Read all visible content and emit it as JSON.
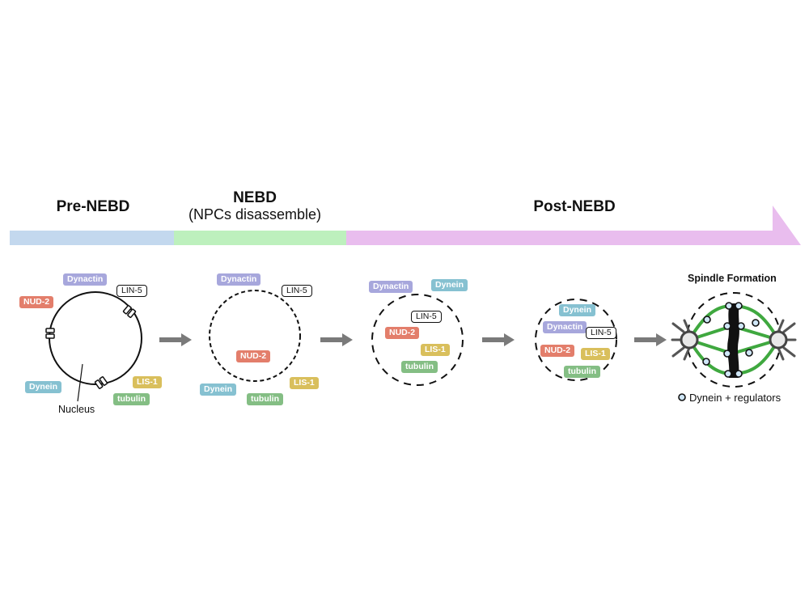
{
  "timeline": {
    "phases": [
      {
        "label": "Pre-NEBD",
        "sublabel": "",
        "color": "#c3d8ee"
      },
      {
        "label": "NEBD",
        "sublabel": "(NPCs disassemble)",
        "color": "#bdf0bd"
      },
      {
        "label": "Post-NEBD",
        "sublabel": "",
        "color": "#e9bdee"
      }
    ]
  },
  "protein_colors": {
    "Dynactin": "#a7a7dc",
    "NUD-2": "#e37e6b",
    "LIN-5": "#ffffff",
    "Dynein": "#86c1d1",
    "LIS-1": "#d9bf5c",
    "tubulin": "#84be84"
  },
  "stages": [
    {
      "name": "pre-nebd",
      "nucleus_label": "Nucleus",
      "proteins": [
        "Dynactin",
        "LIN-5",
        "NUD-2",
        "Dynein",
        "LIS-1",
        "tubulin"
      ]
    },
    {
      "name": "nebd",
      "proteins": [
        "Dynactin",
        "LIN-5",
        "NUD-2",
        "Dynein",
        "LIS-1",
        "tubulin"
      ]
    },
    {
      "name": "post-nebd-1",
      "proteins": [
        "Dynactin",
        "Dynein",
        "LIN-5",
        "NUD-2",
        "LIS-1",
        "tubulin"
      ]
    },
    {
      "name": "post-nebd-2",
      "proteins": [
        "Dynein",
        "Dynactin",
        "LIN-5",
        "NUD-2",
        "LIS-1",
        "tubulin"
      ]
    },
    {
      "name": "spindle",
      "title": "Spindle Formation",
      "legend": "Dynein + regulators"
    }
  ],
  "arrow_color": "#7a7a7a",
  "microtubule_color": "#3fa83f",
  "dynein_dot_color": "#cfe6f7"
}
